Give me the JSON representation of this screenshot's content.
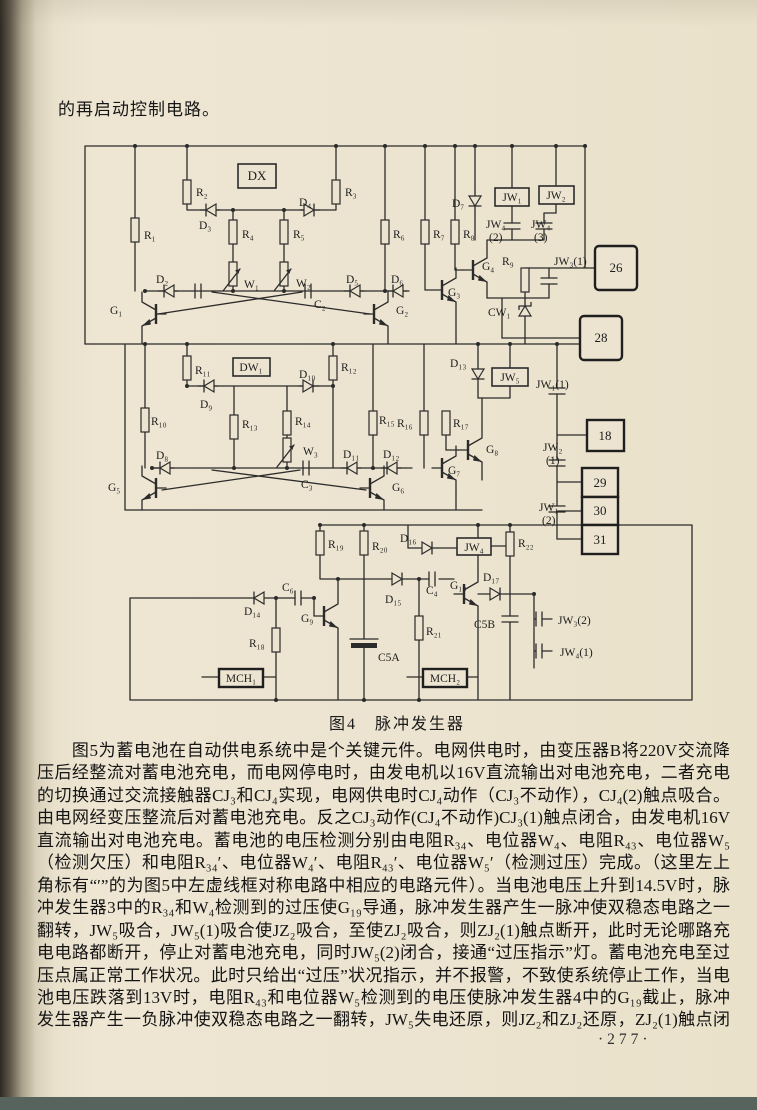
{
  "page": {
    "top_paragraph": "的再启动控制电路。",
    "figure_caption": "图4　脉冲发生器",
    "page_number": "·277·",
    "body_lines": [
      "图5为蓄电池在自动供电系统中是个关键元件。电网供电时，由变压器B将220V交流降",
      "压后经整流对蓄电池充电，而电网停电时，由发电机以16V直流输出对电池充电，二者充电",
      "的切换通过交流接触器CJ₃和CJ₄实现，电网供电时CJ₄动作（CJ₃不动作），CJ₄(2)触点吸合。",
      "由电网经变压整流后对蓄电池充电。反之CJ₃动作(CJ₄不动作)CJ₃(1)触点闭合，由发电机16V",
      "直流输出对电池充电。蓄电池的电压检测分别由电阻R₃₄、电位器W₄、电阻R₄₃、电位器W₅",
      "（检测欠压）和电阻R₃₄′、电位器W₄′、电阻R₄₃′、电位器W₅′（检测过压）完成。（这里左上",
      "角标有“′”的为图5中左虚线框对称电路中相应的电路元件）。当电池电压上升到14.5V时，脉",
      "冲发生器3中的R₃₄和W₄检测到的过压使G₁₉导通，脉冲发生器产生一脉冲使双稳态电路之一",
      "翻转，JW₅吸合，JW₅(1)吸合使JZ₂吸合，至使ZJ₂吸合，则ZJ₂(1)触点断开，此时无论哪路充",
      "电电路都断开，停止对蓄电池充电，同时JW₅(2)闭合，接通“过压指示”灯。蓄电池充电至过",
      "压点属正常工作状况。此时只给出“过压”状况指示，并不报警，不致使系统停止工作，当电",
      "池电压跌落到13V时，电阻R₄₃和电位器W₅检测到的电压使脉冲发生器4中的G₁₉截止，脉冲",
      "发生器产生一负脉冲使双稳态电路之一翻转，JW₅失电还原，则JZ₂和ZJ₂还原，ZJ₂(1)触点闭"
    ]
  },
  "diagram": {
    "labels": [
      "R₁",
      "R₂",
      "DX",
      "D₃",
      "D₄",
      "R₃",
      "R₄",
      "R₅",
      "W₁",
      "W₂",
      "R₆",
      "R₇",
      "R₈",
      "D₂",
      "C₂",
      "D₅",
      "D₆",
      "G₁",
      "G₂",
      "D₇",
      "JW₁",
      "JW₂",
      "JW₄",
      "(2)",
      "JW₄",
      "(3)",
      "G₃",
      "G₄",
      "R₉",
      "JW₃(1)",
      "CW₁",
      "26",
      "28",
      "R₁₁",
      "DW₁",
      "D₁₀",
      "R₁₂",
      "D₉",
      "R₁₀",
      "R₁₃",
      "R₁₄",
      "W₃",
      "D₈",
      "D₁₁",
      "D₁₂",
      "C₃",
      "G₅",
      "G₆",
      "R₁₅",
      "R₁₆",
      "R₁₇",
      "D₁₃",
      "JW₅",
      "G₇",
      "G₈",
      "JW₁(1)",
      "18",
      "JW₂",
      "(1)",
      "29",
      "30",
      "JW₁",
      "(2)",
      "31",
      "R₁₉",
      "R₂₀",
      "D₁₆",
      "JW₄",
      "R₂₂",
      "D₁₄",
      "C₆",
      "G₉",
      "D₁₅",
      "C₄",
      "G₁₀",
      "D₁₇",
      "R₁₈",
      "R₂₁",
      "C5A",
      "C5B",
      "JW₃(2)",
      "JW₄(1)",
      "MCH₁",
      "MCH₂"
    ]
  },
  "colors": {
    "paper": "#ece4d0",
    "ink": "#2b2b2b",
    "backdrop": "#57645e"
  }
}
